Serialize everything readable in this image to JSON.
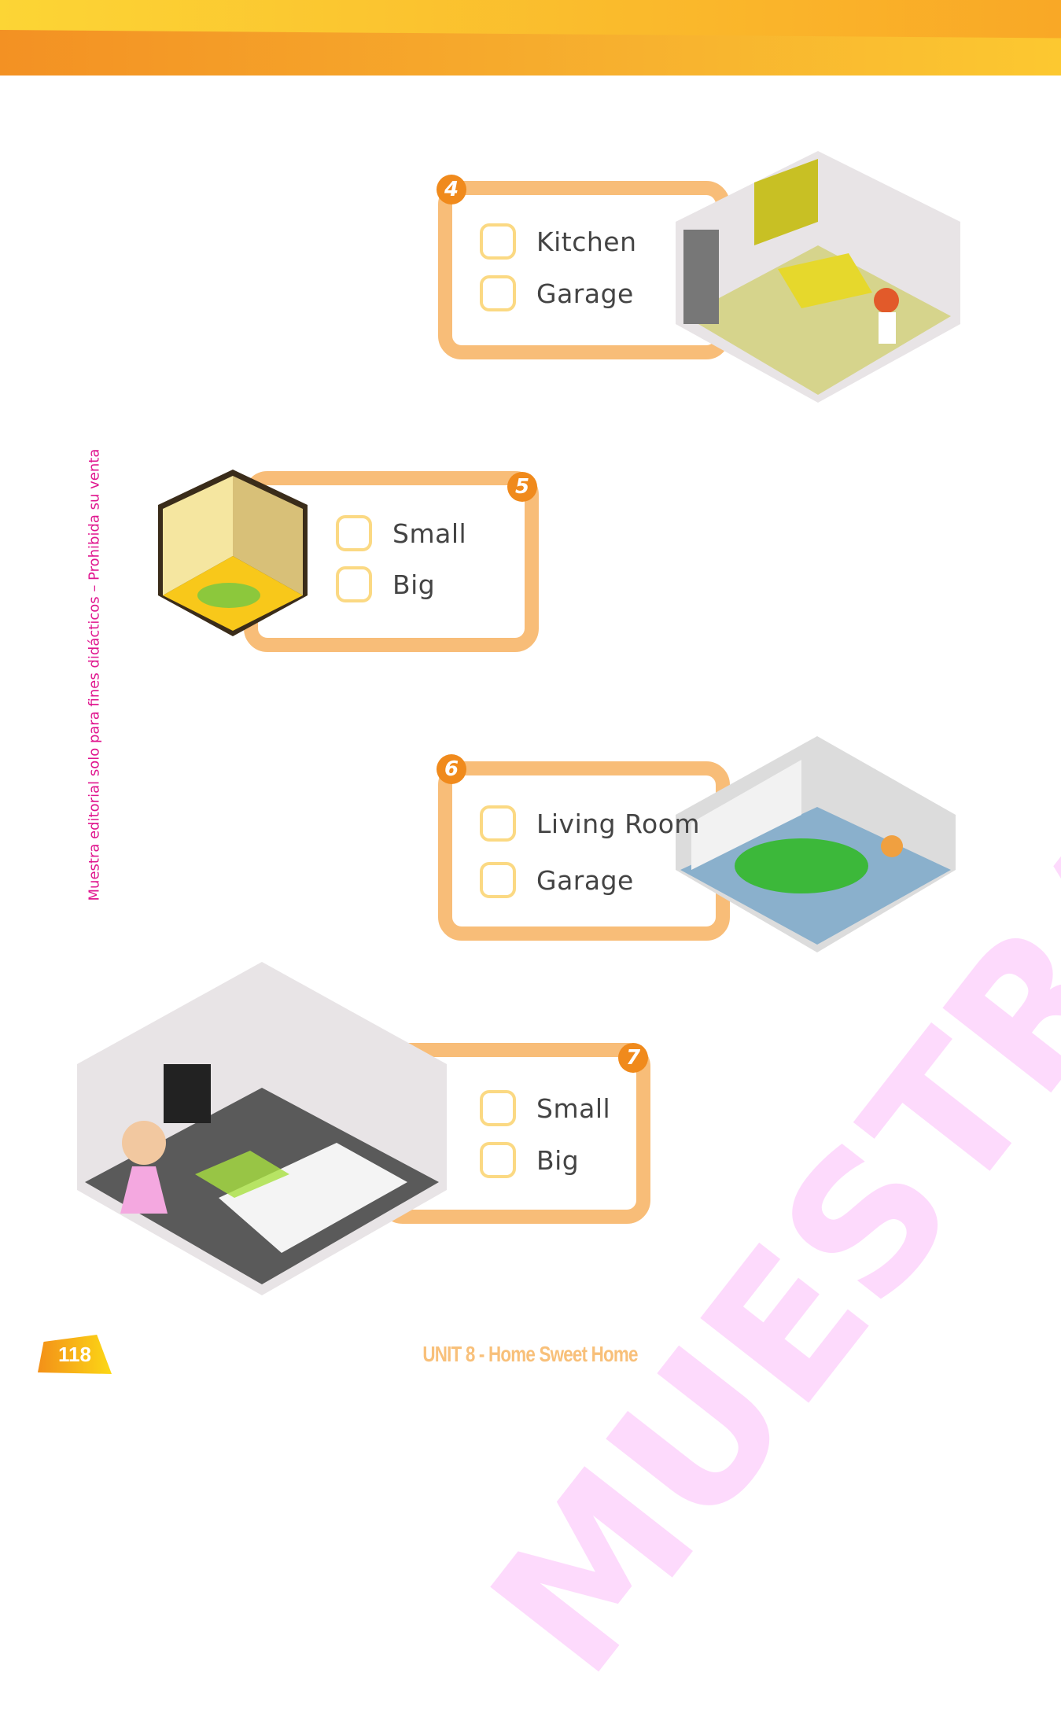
{
  "side_note": "Muestra editorial solo para fines didácticos – Prohibida su venta",
  "watermark": "MUESTRA EDITORIAL",
  "exercises": [
    {
      "number": "4",
      "image": "kitchen",
      "options": [
        "Kitchen",
        "Garage"
      ]
    },
    {
      "number": "5",
      "image": "kids-room",
      "options": [
        "Small",
        "Big"
      ]
    },
    {
      "number": "6",
      "image": "garage",
      "options": [
        "Living Room",
        "Garage"
      ]
    },
    {
      "number": "7",
      "image": "living-room",
      "options": [
        "Small",
        "Big"
      ]
    }
  ],
  "footer": {
    "page_number": "118",
    "unit_title": "UNIT 8 - Home Sweet Home"
  },
  "colors": {
    "accent": "#f8bd78",
    "badge": "#f08a1c",
    "checkbox": "#fbd983",
    "watermark": "#f896f5"
  }
}
